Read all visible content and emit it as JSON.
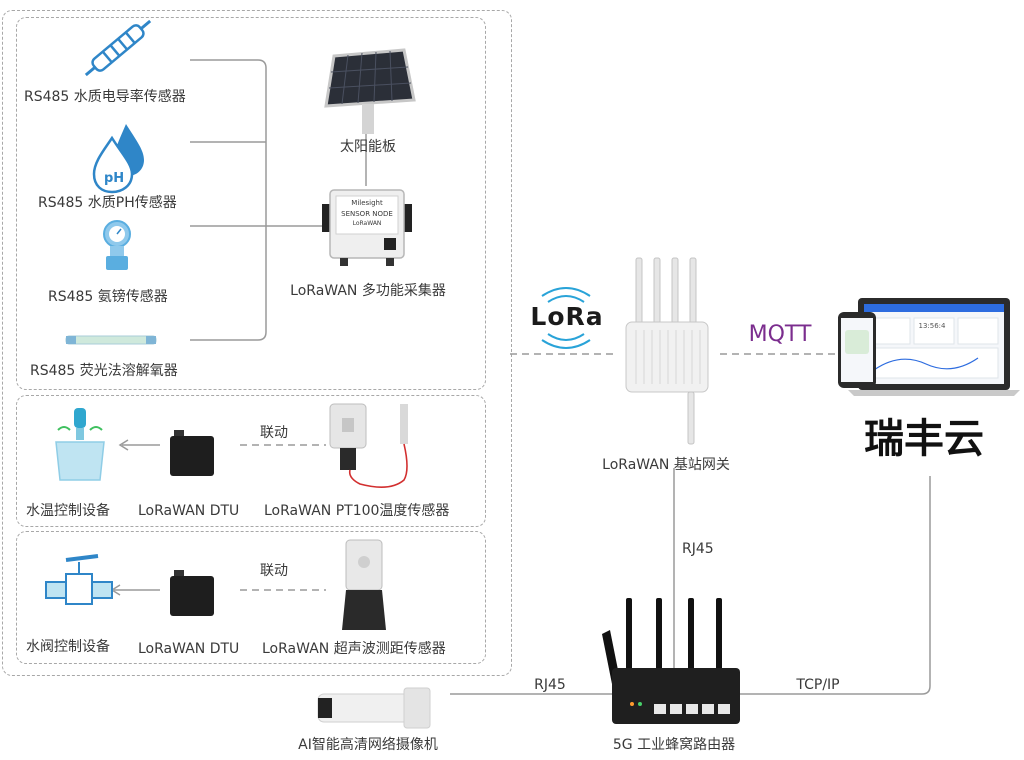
{
  "sensors": {
    "conductivity": "RS485 水质电导率传感器",
    "ph": "RS485 水质PH传感器",
    "ammonia": "RS485 氨镑传感器",
    "oxygen": "RS485 荧光法溶解氧器"
  },
  "solar_panel": "太阳能板",
  "collector": "LoRaWAN 多功能采集器",
  "collector_brand": "Milesight",
  "collector_model": "SENSOR NODE",
  "collector_sub": "LoRaWAN",
  "temp_group": {
    "device": "水温控制设备",
    "dtu": "LoRaWAN DTU",
    "sensor": "LoRaWAN PT100温度传感器",
    "link": "联动"
  },
  "valve_group": {
    "device": "水阀控制设备",
    "dtu": "LoRaWAN DTU",
    "sensor": "LoRaWAN 超声波测距传感器",
    "link": "联动"
  },
  "lora_logo": "LoRa",
  "gateway": "LoRaWAN 基站网关",
  "mqtt": "MQTT",
  "cloud": "瑞丰云",
  "rj45_vertical": "RJ45",
  "rj45_camera": "RJ45",
  "tcpip": "TCP/IP",
  "router": "5G 工业蜂窝路由器",
  "camera": "AI智能高清网络摄像机",
  "laptop_clock": "13:56:4",
  "colors": {
    "mqtt": "#7b2d8e",
    "lora_wave": "#29a3d8",
    "line": "#9a9a9a",
    "cloud": "#111111"
  }
}
